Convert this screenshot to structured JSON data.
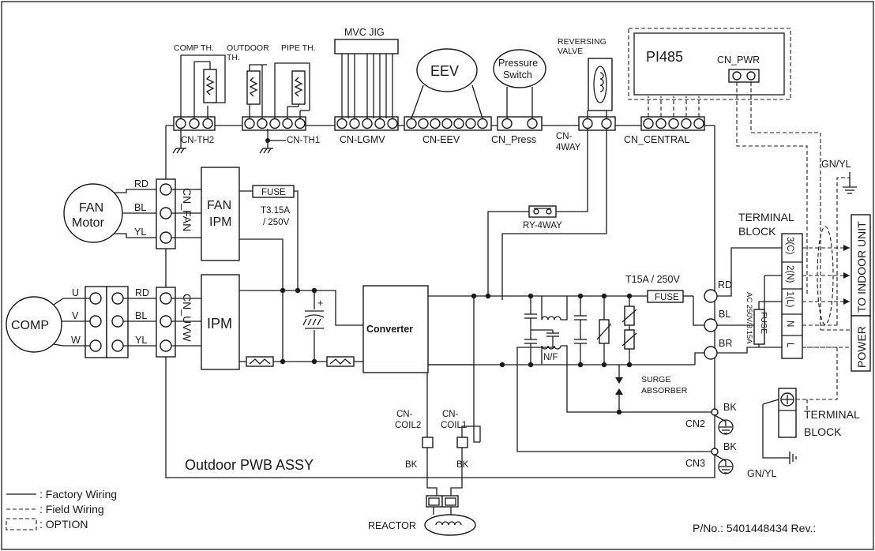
{
  "board": {
    "title": "Outdoor PWB ASSY"
  },
  "sensors": {
    "comp_th": "COMP TH.",
    "outdoor_th_1": "OUTDOOR",
    "outdoor_th_2": "TH.",
    "pipe_th": "PIPE TH."
  },
  "jig": {
    "label": "MVC JIG"
  },
  "eev": {
    "label": "EEV"
  },
  "pressure": {
    "line1": "Pressure",
    "line2": "Switch"
  },
  "reversing_valve": {
    "line1": "REVERSING",
    "line2": "VALVE"
  },
  "pi485": {
    "title": "PI485",
    "connector": "CN_PWR"
  },
  "connectors": {
    "cn_th2": "CN-TH2",
    "cn_th1": "CN-TH1",
    "cn_lgmv": "CN-LGMV",
    "cn_eev": "CN-EEV",
    "cn_press": "CN_Press",
    "cn_4way_1": "CN-",
    "cn_4way_2": "4WAY",
    "cn_central": "CN_CENTRAL",
    "cn_fan": "CN_FAN",
    "cn_uvw": "CN_UVW",
    "cn_coil2_1": "CN-",
    "cn_coil2_2": "COIL2",
    "cn_coil1_1": "CN-",
    "cn_coil1_2": "COIL1",
    "cn2": "CN2",
    "cn3": "CN3"
  },
  "fan": {
    "line1": "FAN",
    "line2": "Motor",
    "ipm1": "FAN",
    "ipm2": "IPM"
  },
  "fuse1": {
    "label": "FUSE",
    "rating1": "T3.15A",
    "rating2": "/ 250V"
  },
  "fuse2": {
    "label": "FUSE",
    "rating": "T15A / 250V"
  },
  "fuse3": {
    "label": "FUSE",
    "rating": "AC 250V/3.15A"
  },
  "comp": {
    "label": "COMP",
    "ipm": "IPM",
    "u": "U",
    "v": "V",
    "w": "W"
  },
  "wires": {
    "rd": "RD",
    "bl": "BL",
    "yl": "YL",
    "br": "BR",
    "bk": "BK",
    "gnyl": "GN/YL"
  },
  "converter": {
    "label": "Converter"
  },
  "relay": {
    "label": "RY-4WAY"
  },
  "filter": {
    "label": "N/F",
    "plus": "+"
  },
  "surge": {
    "line1": "SURGE",
    "line2": "ABSORBER"
  },
  "terminal": {
    "line1": "TERMINAL",
    "line2": "BLOCK",
    "t3": "3(C)",
    "t2": "2(N)",
    "t1": "1(L)",
    "n": "N",
    "l": "L"
  },
  "side": {
    "indoor": "TO INDOOR UNIT",
    "power": "POWER"
  },
  "reactor": {
    "label": "REACTOR"
  },
  "legend": {
    "factory": ": Factory Wiring",
    "field": ": Field Wiring",
    "option": ": OPTION"
  },
  "part_number": "P/No.: 5401448434 Rev.:"
}
